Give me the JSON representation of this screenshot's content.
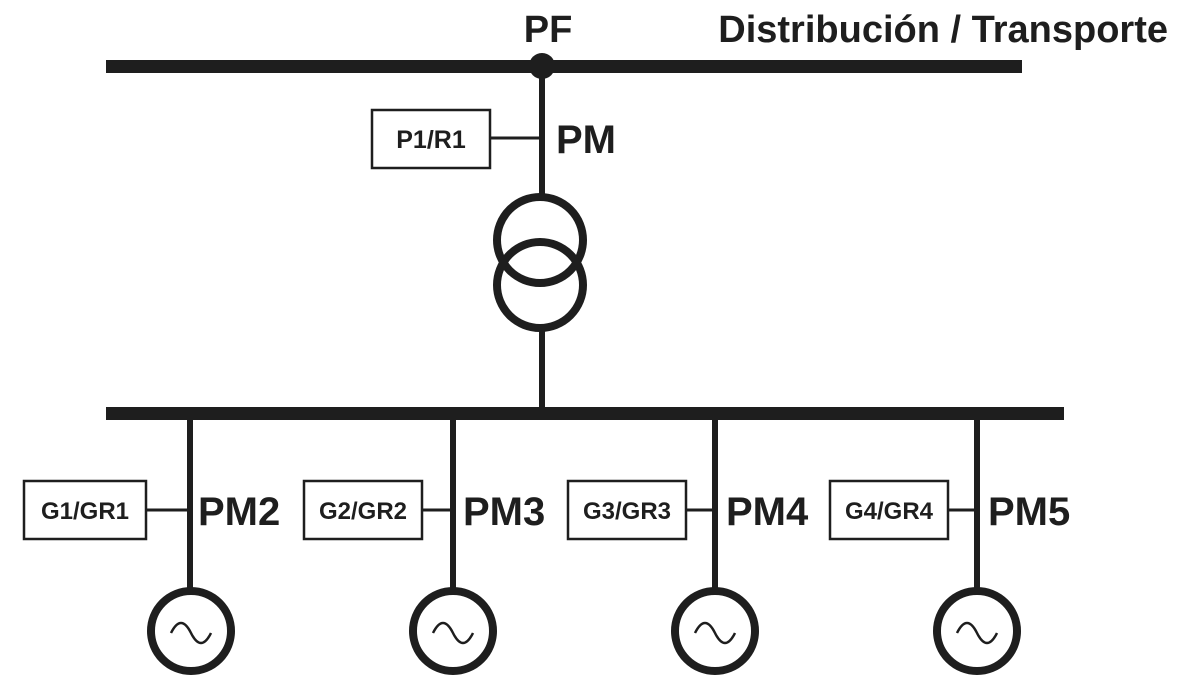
{
  "top": {
    "pf_label": "PF",
    "network_label": "Distribución / Transporte",
    "pm_label": "PM",
    "relay_box_label": "P1/R1"
  },
  "feeders": [
    {
      "box_label": "G1/GR1",
      "pm_label": "PM2"
    },
    {
      "box_label": "G2/GR2",
      "pm_label": "PM3"
    },
    {
      "box_label": "G3/GR3",
      "pm_label": "PM4"
    },
    {
      "box_label": "G4/GR4",
      "pm_label": "PM5"
    }
  ],
  "colors": {
    "line": "#1e1e1e",
    "background": "#ffffff"
  },
  "icons": {
    "transformer": "transformer-icon",
    "generator": "ac-generator-icon"
  }
}
